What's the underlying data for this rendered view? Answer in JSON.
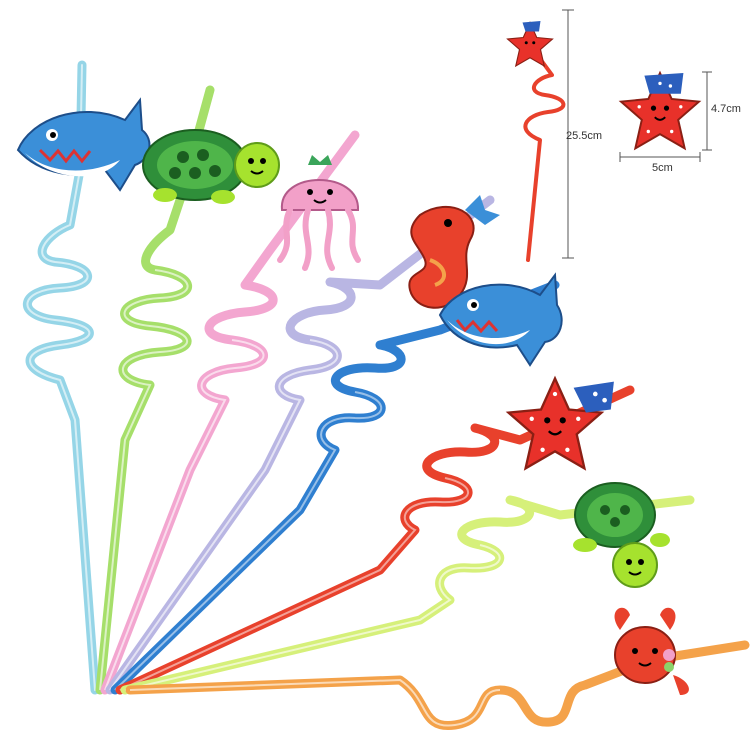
{
  "dimensions": {
    "straw_height": "25.5cm",
    "charm_height": "4.7cm",
    "charm_width": "5cm"
  },
  "straws": [
    {
      "charm": "shark-icon",
      "color": "#8fd3e6"
    },
    {
      "charm": "turtle-icon",
      "color": "#a6df6a"
    },
    {
      "charm": "jellyfish-icon",
      "color": "#f3a6d0"
    },
    {
      "charm": "seahorse-icon",
      "color": "#b9b6e3"
    },
    {
      "charm": "shark-icon",
      "color": "#2f7fd0"
    },
    {
      "charm": "starfish-icon",
      "color": "#e8412c"
    },
    {
      "charm": "turtle-icon",
      "color": "#d6f07a"
    },
    {
      "charm": "crab-icon",
      "color": "#f4a24a"
    }
  ]
}
